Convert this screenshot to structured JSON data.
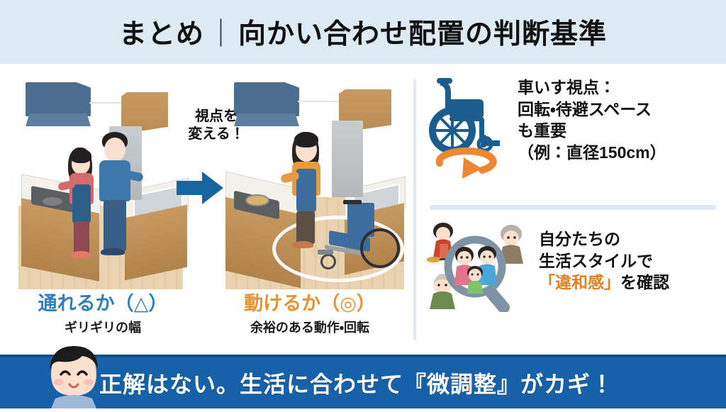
{
  "header": {
    "title_prefix": "まとめ",
    "separator": "｜",
    "title_main": "向かい合わせ配置の判断基準"
  },
  "left_panel": {
    "change_note": "視点を\n変える！",
    "change_note_line1": "視点を",
    "change_note_line2": "変える！",
    "arrow_icon": "blue-right-arrow",
    "scenes": [
      {
        "id": "standing-couple-kitchen",
        "alt": "向かい合わせキッチンで立っている夫婦",
        "caption_main": "通れるか（△）",
        "caption_sub": "ギリギリの幅",
        "caption_color": "#2e80b9"
      },
      {
        "id": "wheelchair-kitchen",
        "alt": "車いすと回転スペースのあるキッチン",
        "caption_main": "動けるか（◎）",
        "caption_sub": "余裕のある動作・回転",
        "caption_color": "#e8912f"
      }
    ]
  },
  "right_panel": {
    "blocks": [
      {
        "icon": "wheelchair-rotation-icon",
        "lines": [
          "車いす視点：",
          "回転・待避スペース",
          "も重要",
          "（例：直径150cm）"
        ]
      },
      {
        "icon": "magnifier-family-icon",
        "line1": "自分たちの",
        "line2": "生活スタイルで",
        "line3_highlight": "「違和感」",
        "line3_rest": "を確認"
      }
    ]
  },
  "banner": {
    "text": "正解はない。生活に合わせて『微調整』がカギ！",
    "avatar": "smiling-boy-face"
  },
  "colors": {
    "header_bg": "#dcebf3",
    "banner_bg": "#1661a8",
    "accent_blue": "#2e80b9",
    "accent_orange": "#e8912f",
    "icon_blue": "#1b5e8e",
    "icon_orange": "#ed8733",
    "divider": "#dce9f3"
  }
}
